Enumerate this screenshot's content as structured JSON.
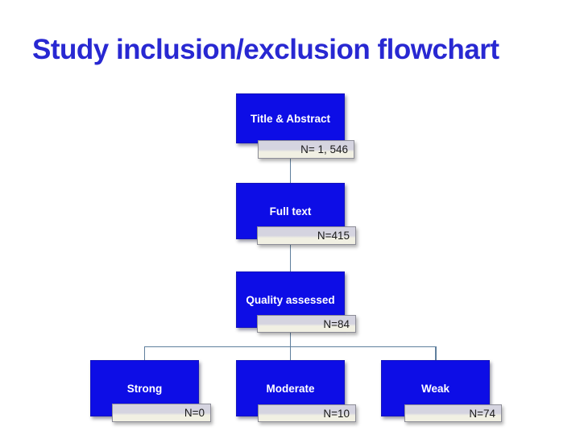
{
  "slide": {
    "title": "Study inclusion/exclusion flowchart"
  },
  "colors": {
    "title_blue": "#2828d2",
    "box_blue": "#0d0de6",
    "box_text": "#ffffff",
    "bar_top": "#d5d4e0",
    "bar_bottom": "#f1f0e3",
    "bar_border": "#8d8d97",
    "bar_text": "#1a1a1a",
    "connector": "#5f7f9d",
    "background": "#ffffff"
  },
  "flowchart": {
    "nodes": [
      {
        "id": "title-abstract",
        "label": "Title & Abstract",
        "count": "N= 1, 546"
      },
      {
        "id": "full-text",
        "label": "Full text",
        "count": "N=415"
      },
      {
        "id": "quality-assessed",
        "label": "Quality assessed",
        "count": "N=84"
      },
      {
        "id": "strong",
        "label": "Strong",
        "count": "N=0"
      },
      {
        "id": "moderate",
        "label": "Moderate",
        "count": "N=10"
      },
      {
        "id": "weak",
        "label": "Weak",
        "count": "N=74"
      }
    ],
    "edges": [
      {
        "from": "title-abstract",
        "to": "full-text"
      },
      {
        "from": "full-text",
        "to": "quality-assessed"
      },
      {
        "from": "quality-assessed",
        "to": "strong"
      },
      {
        "from": "quality-assessed",
        "to": "moderate"
      },
      {
        "from": "quality-assessed",
        "to": "weak"
      }
    ]
  }
}
